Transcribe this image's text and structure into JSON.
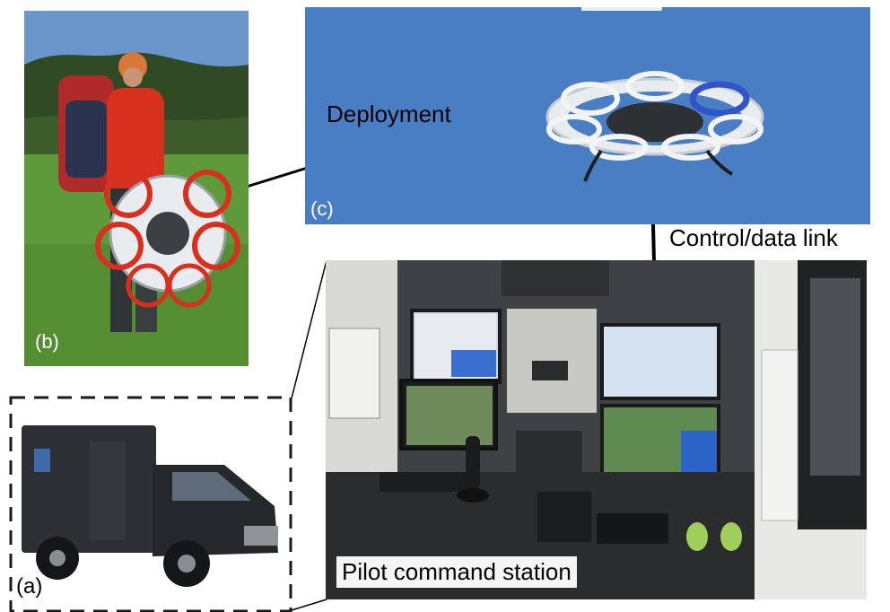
{
  "panels": {
    "a": {
      "letter": "(a)"
    },
    "b": {
      "letter": "(b)"
    },
    "c": {
      "letter": "(c)",
      "caption": "Deployment"
    },
    "d": {
      "caption": "Pilot command station"
    }
  },
  "link_label": "Control/data link",
  "colors": {
    "sky_blue": "#4a7ec4",
    "grass_green": "#5f9a3a",
    "jacket_red": "#d8301e",
    "drone_white": "#e8ecef",
    "drone_accent": "#2f55c8",
    "truck_dark": "#2c2f33",
    "station_gray": "#4a4c4f"
  },
  "icons": [
    "drone-icon",
    "backpack-icon",
    "truck-icon",
    "joystick-icon",
    "headset-icon"
  ]
}
